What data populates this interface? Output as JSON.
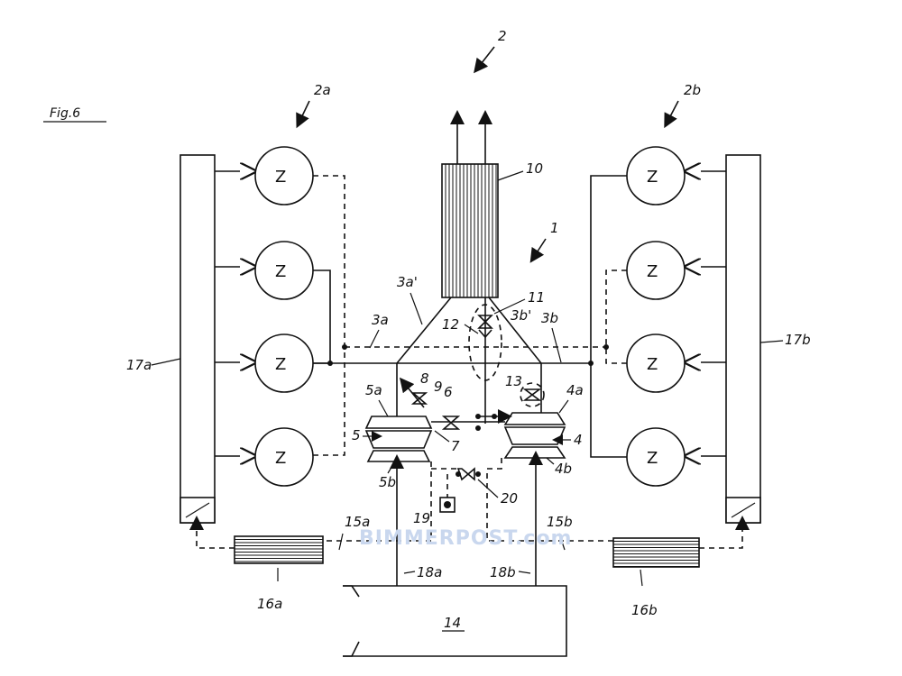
{
  "figure": {
    "title": "Fig.6",
    "watermark": "BIMMERPOST.com"
  },
  "labels": {
    "l2": "2",
    "l2a": "2a",
    "l2b": "2b",
    "l1": "1",
    "l10": "10",
    "l3a_prime": "3a'",
    "l3a": "3a",
    "l3b_prime": "3b'",
    "l3b": "3b",
    "l11": "11",
    "l12": "12",
    "l13": "13",
    "l5a": "5a",
    "l5": "5",
    "l5b": "5b",
    "l8": "8",
    "l9": "9",
    "l6": "6",
    "l7": "7",
    "l4a": "4a",
    "l4": "4",
    "l4b": "4b",
    "l17a": "17a",
    "l17b": "17b",
    "l19": "19",
    "l20": "20",
    "l15a": "15a",
    "l15b": "15b",
    "l16a": "16a",
    "l16b": "16b",
    "l18a": "18a",
    "l18b": "18b",
    "l14": "14"
  },
  "cylinder_symbol": "Z",
  "cylinders_per_bank": 4
}
